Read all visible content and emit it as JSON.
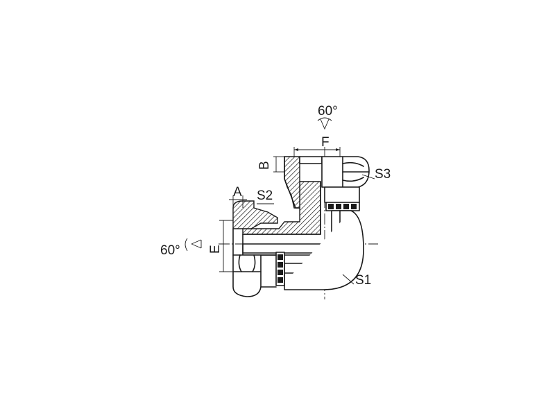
{
  "labels": {
    "angle_top": "60°",
    "angle_left": "60°",
    "f": "F",
    "b": "B",
    "s3": "S3",
    "a": "A",
    "s2": "S2",
    "e": "E",
    "s1": "S1"
  }
}
